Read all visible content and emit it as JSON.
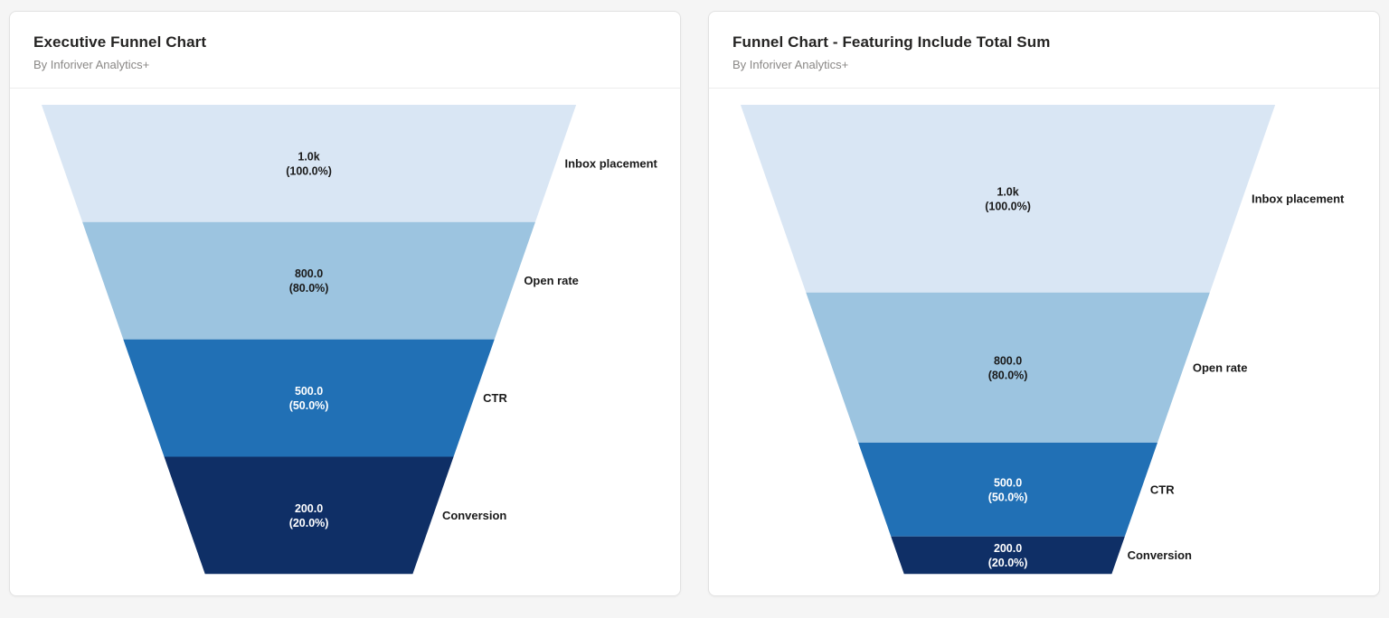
{
  "page": {
    "background": "#f5f5f5"
  },
  "cards": [
    {
      "title": "Executive Funnel Chart",
      "subtitle": "By Inforiver Analytics+"
    },
    {
      "title": "Funnel Chart - Featuring Include Total Sum",
      "subtitle": "By Inforiver Analytics+"
    }
  ],
  "chart_data": [
    {
      "type": "funnel",
      "title": "Executive Funnel Chart",
      "subtitle": "By Inforiver Analytics+",
      "sizing": "equal",
      "stages": [
        {
          "label": "Inbox placement",
          "value": 1000,
          "value_label": "1.0k",
          "percent_label": "(100.0%)",
          "color": "#d9e6f4",
          "text_color": "#1a1a1a"
        },
        {
          "label": "Open rate",
          "value": 800,
          "value_label": "800.0",
          "percent_label": "(80.0%)",
          "color": "#9cc4e0",
          "text_color": "#1a1a1a"
        },
        {
          "label": "CTR",
          "value": 500,
          "value_label": "500.0",
          "percent_label": "(50.0%)",
          "color": "#2170b5",
          "text_color": "#ffffff"
        },
        {
          "label": "Conversion",
          "value": 200,
          "value_label": "200.0",
          "percent_label": "(20.0%)",
          "color": "#0f2f66",
          "text_color": "#ffffff"
        }
      ]
    },
    {
      "type": "funnel",
      "title": "Funnel Chart - Featuring Include Total Sum",
      "subtitle": "By Inforiver Analytics+",
      "sizing": "proportional",
      "stages": [
        {
          "label": "Inbox placement",
          "value": 1000,
          "value_label": "1.0k",
          "percent_label": "(100.0%)",
          "color": "#d9e6f4",
          "text_color": "#1a1a1a"
        },
        {
          "label": "Open rate",
          "value": 800,
          "value_label": "800.0",
          "percent_label": "(80.0%)",
          "color": "#9cc4e0",
          "text_color": "#1a1a1a"
        },
        {
          "label": "CTR",
          "value": 500,
          "value_label": "500.0",
          "percent_label": "(50.0%)",
          "color": "#2170b5",
          "text_color": "#ffffff"
        },
        {
          "label": "Conversion",
          "value": 200,
          "value_label": "200.0",
          "percent_label": "(20.0%)",
          "color": "#0f2f66",
          "text_color": "#ffffff"
        }
      ]
    }
  ]
}
